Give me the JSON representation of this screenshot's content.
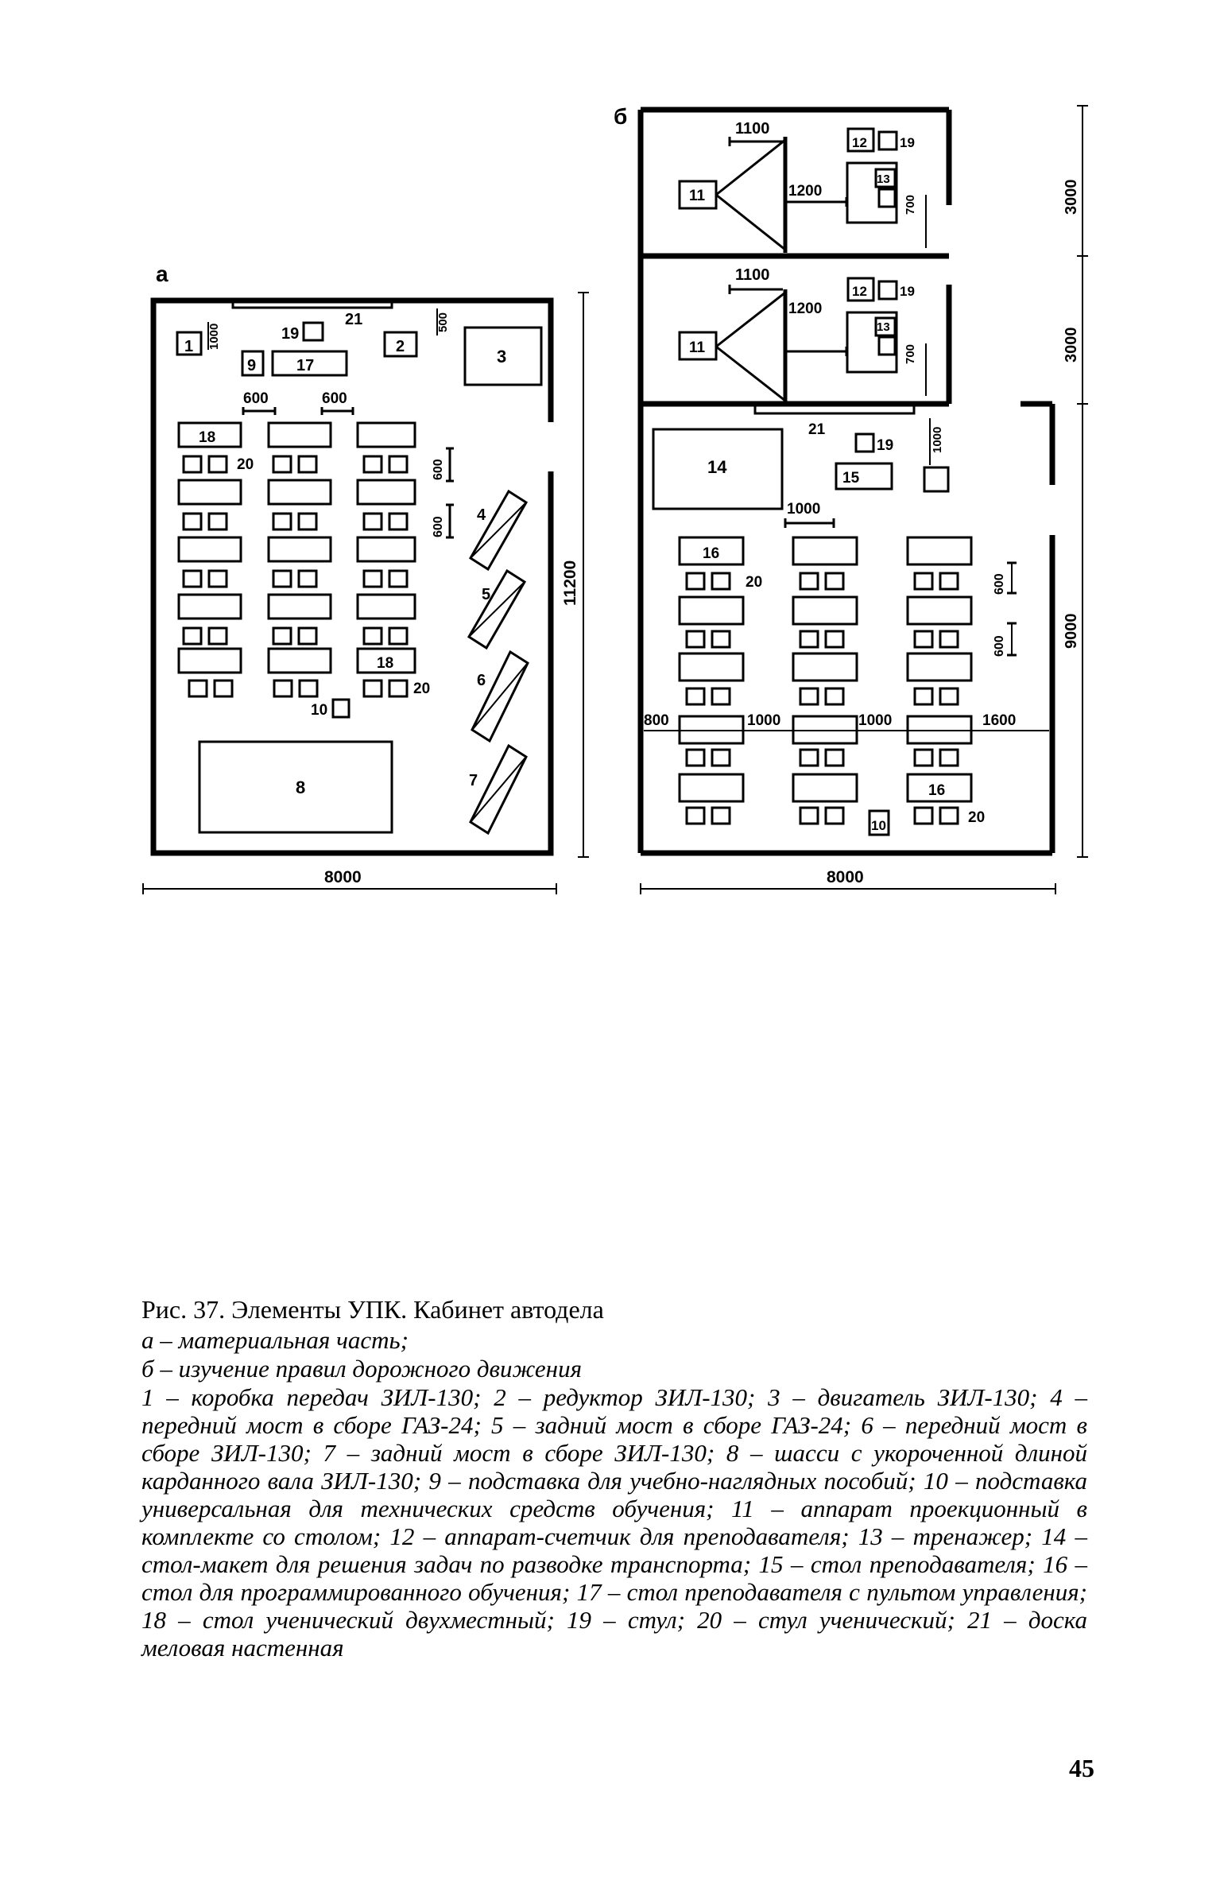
{
  "plan_a": {
    "label": "а",
    "width_dim": "8000",
    "height_dim": "11200",
    "item_numbers": {
      "n1": "1",
      "n2": "2",
      "n3": "3",
      "n4": "4",
      "n5": "5",
      "n6": "6",
      "n7": "7",
      "n8": "8",
      "n9": "9",
      "n10": "10",
      "n17": "17",
      "n18a": "18",
      "n18b": "18",
      "n19": "19",
      "n20a": "20",
      "n20b": "20",
      "n21": "21"
    },
    "dims": {
      "d1000": "1000",
      "d500": "500",
      "d600a": "600",
      "d600b": "600",
      "d600c": "600",
      "d600d": "600"
    }
  },
  "plan_b": {
    "label": "б",
    "width_dim": "8000",
    "room_dims": [
      "3000",
      "3000",
      "9000"
    ],
    "booth1": {
      "d1100": "1100",
      "d1200": "1200",
      "d700": "700",
      "n11": "11",
      "n12": "12",
      "n13": "13",
      "n19": "19"
    },
    "booth2": {
      "d1100": "1100",
      "d1200": "1200",
      "d700": "700",
      "n11": "11",
      "n12": "12",
      "n13": "13",
      "n19": "19"
    },
    "main": {
      "n14": "14",
      "n15": "15",
      "n19": "19",
      "n21": "21",
      "d1000_top": "1000",
      "d1000_v": "1000",
      "n16a": "16",
      "n16b": "16",
      "n20a": "20",
      "n20b": "20",
      "n10": "10",
      "d600a": "600",
      "d600b": "600",
      "d800": "800",
      "d1000a": "1000",
      "d1000b": "1000",
      "d1600": "1600"
    }
  },
  "caption": {
    "title": "Рис. 37. Элементы УПК. Кабинет автодела",
    "sub_a": "а – материальная часть;",
    "sub_b": "б – изучение правил дорожного движения",
    "legend": "1 – коробка передач ЗИЛ-130; 2 – редуктор ЗИЛ-130; 3 – двигатель ЗИЛ-130; 4 – передний мост в сборе ГАЗ-24; 5 – задний мост в сборе ГАЗ-24; 6 – передний мост в сборе ЗИЛ-130; 7 – задний мост в сборе ЗИЛ-130; 8 – шасси с укороченной длиной карданного вала ЗИЛ-130; 9 – подставка для учебно-наглядных пособий; 10 – подставка универсальная для технических средств обучения; 11 – аппарат проекционный в комплекте со столом; 12 – аппарат-счетчик для преподавателя; 13 – тренажер; 14 – стол-макет для решения задач по разводке транспорта; 15 – стол преподавателя; 16 – стол для программированного обучения; 17 – стол преподавателя с пультом управления; 18 – стол ученический двухместный; 19 – стул; 20 – стул ученический; 21 – доска меловая настенная"
  },
  "page_number": "45"
}
